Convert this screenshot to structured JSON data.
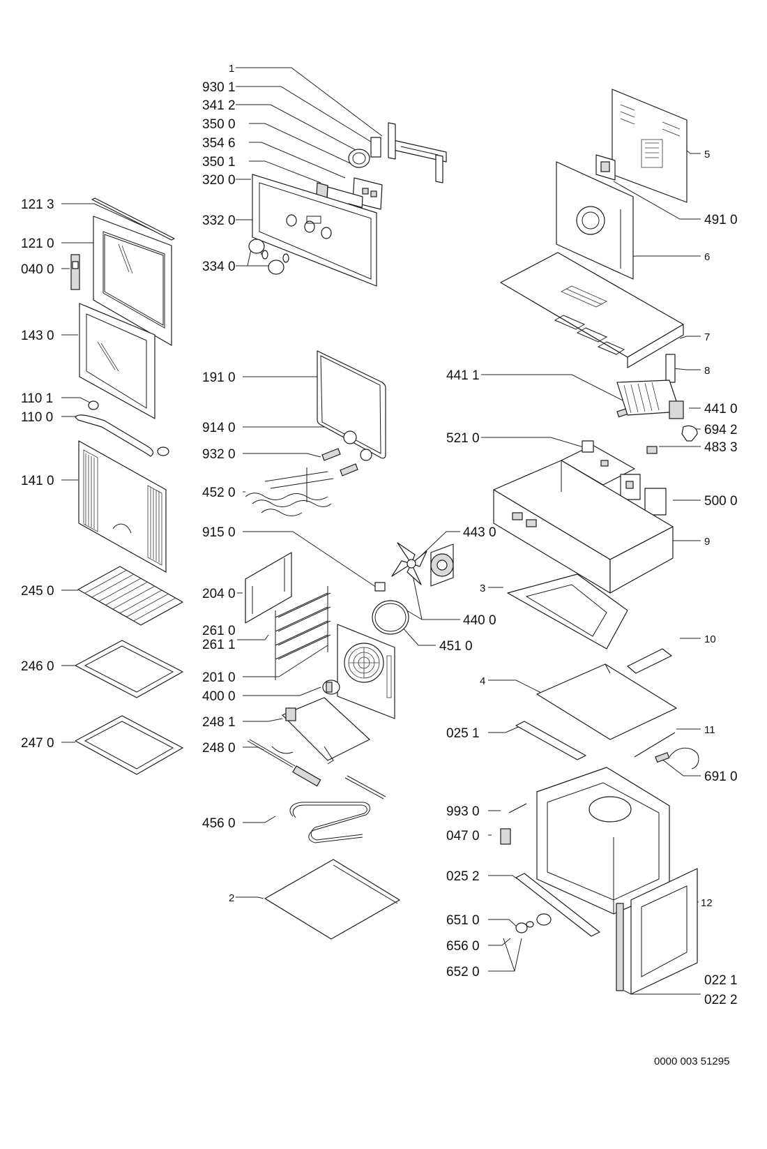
{
  "diagram": {
    "document_code": "0000 003 51295",
    "labels": {
      "l1": "1",
      "l9301": "930 1",
      "l3412": "341 2",
      "l3500": "350 0",
      "l3546": "354 6",
      "l3501": "350 1",
      "l3200": "320 0",
      "l3320": "332 0",
      "l3340": "334 0",
      "l1213": "121 3",
      "l1210": "121 0",
      "l0400": "040 0",
      "l1430": "143 0",
      "l1101": "110 1",
      "l1100": "110 0",
      "l1410": "141 0",
      "l2450": "245 0",
      "l2460": "246 0",
      "l2470": "247 0",
      "l1910": "191 0",
      "l9140": "914 0",
      "l9320": "932 0",
      "l4520": "452 0",
      "l9150": "915 0",
      "l2040": "204 0",
      "l2610": "261 0",
      "l2611": "261 1",
      "l2010": "201 0",
      "l4000": "400 0",
      "l2481": "248 1",
      "l2480": "248 0",
      "l4560": "456 0",
      "l2": "2",
      "l4430": "443 0",
      "l4400": "440 0",
      "l4510": "451 0",
      "l5": "5",
      "l4910": "491 0",
      "l6": "6",
      "l7": "7",
      "l8": "8",
      "l4411": "441 1",
      "l4410": "441 0",
      "l6942": "694 2",
      "l5210": "521 0",
      "l4833": "483 3",
      "l5000": "500 0",
      "l9": "9",
      "l3": "3",
      "l10": "10",
      "l4": "4",
      "l0251": "025 1",
      "l11": "11",
      "l6910": "691 0",
      "l9930": "993 0",
      "l0470": "047 0",
      "l0252": "025 2",
      "l12": "12",
      "l6510": "651 0",
      "l6560": "656 0",
      "l6520": "652 0",
      "l0221": "022 1",
      "l0222": "022 2"
    }
  }
}
